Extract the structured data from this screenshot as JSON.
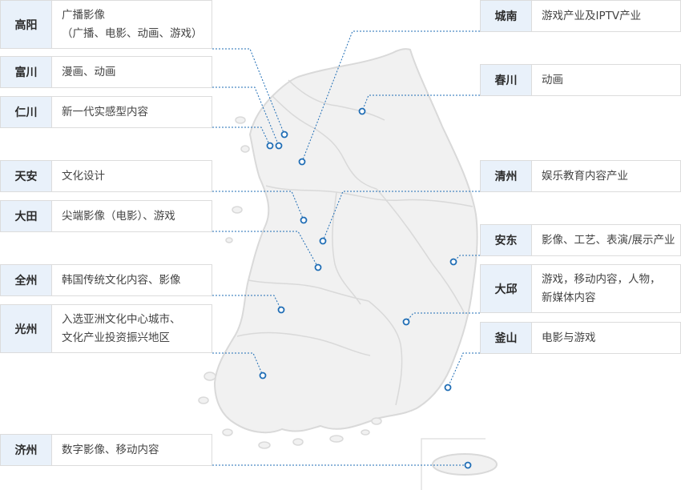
{
  "accent_color": "#1f6db5",
  "map_fill": "#f1f1f1",
  "map_stroke": "#d9d9d9",
  "regions": [
    {
      "id": "goyang",
      "city": "高阳",
      "lines": [
        "广播影像",
        "（广播、电影、动画、游戏）"
      ]
    },
    {
      "id": "bucheon",
      "city": "富川",
      "lines": [
        "漫画、动画"
      ]
    },
    {
      "id": "incheon",
      "city": "仁川",
      "lines": [
        "新一代实感型内容"
      ]
    },
    {
      "id": "cheonan",
      "city": "天安",
      "lines": [
        "文化设计"
      ]
    },
    {
      "id": "daejeon",
      "city": "大田",
      "lines": [
        "尖端影像（电影）、游戏"
      ]
    },
    {
      "id": "jeonju",
      "city": "全州",
      "lines": [
        "韩国传统文化内容、影像"
      ]
    },
    {
      "id": "gwangju",
      "city": "光州",
      "lines": [
        "入选亚洲文化中心城市、",
        "文化产业投资振兴地区"
      ]
    },
    {
      "id": "jeju",
      "city": "济州",
      "lines": [
        "数字影像、移动内容"
      ]
    },
    {
      "id": "seongnam",
      "city": "城南",
      "lines": [
        "游戏产业及IPTV产业"
      ]
    },
    {
      "id": "chuncheon",
      "city": "春川",
      "lines": [
        "动画"
      ]
    },
    {
      "id": "cheongju",
      "city": "清州",
      "lines": [
        "娱乐教育内容产业"
      ]
    },
    {
      "id": "andong",
      "city": "安东",
      "lines": [
        "影像、工艺、表演/展示产业"
      ]
    },
    {
      "id": "daegu",
      "city": "大邱",
      "lines": [
        "游戏，移动内容，人物，",
        "新媒体内容"
      ]
    },
    {
      "id": "busan",
      "city": "釜山",
      "lines": [
        "电影与游戏"
      ]
    }
  ]
}
